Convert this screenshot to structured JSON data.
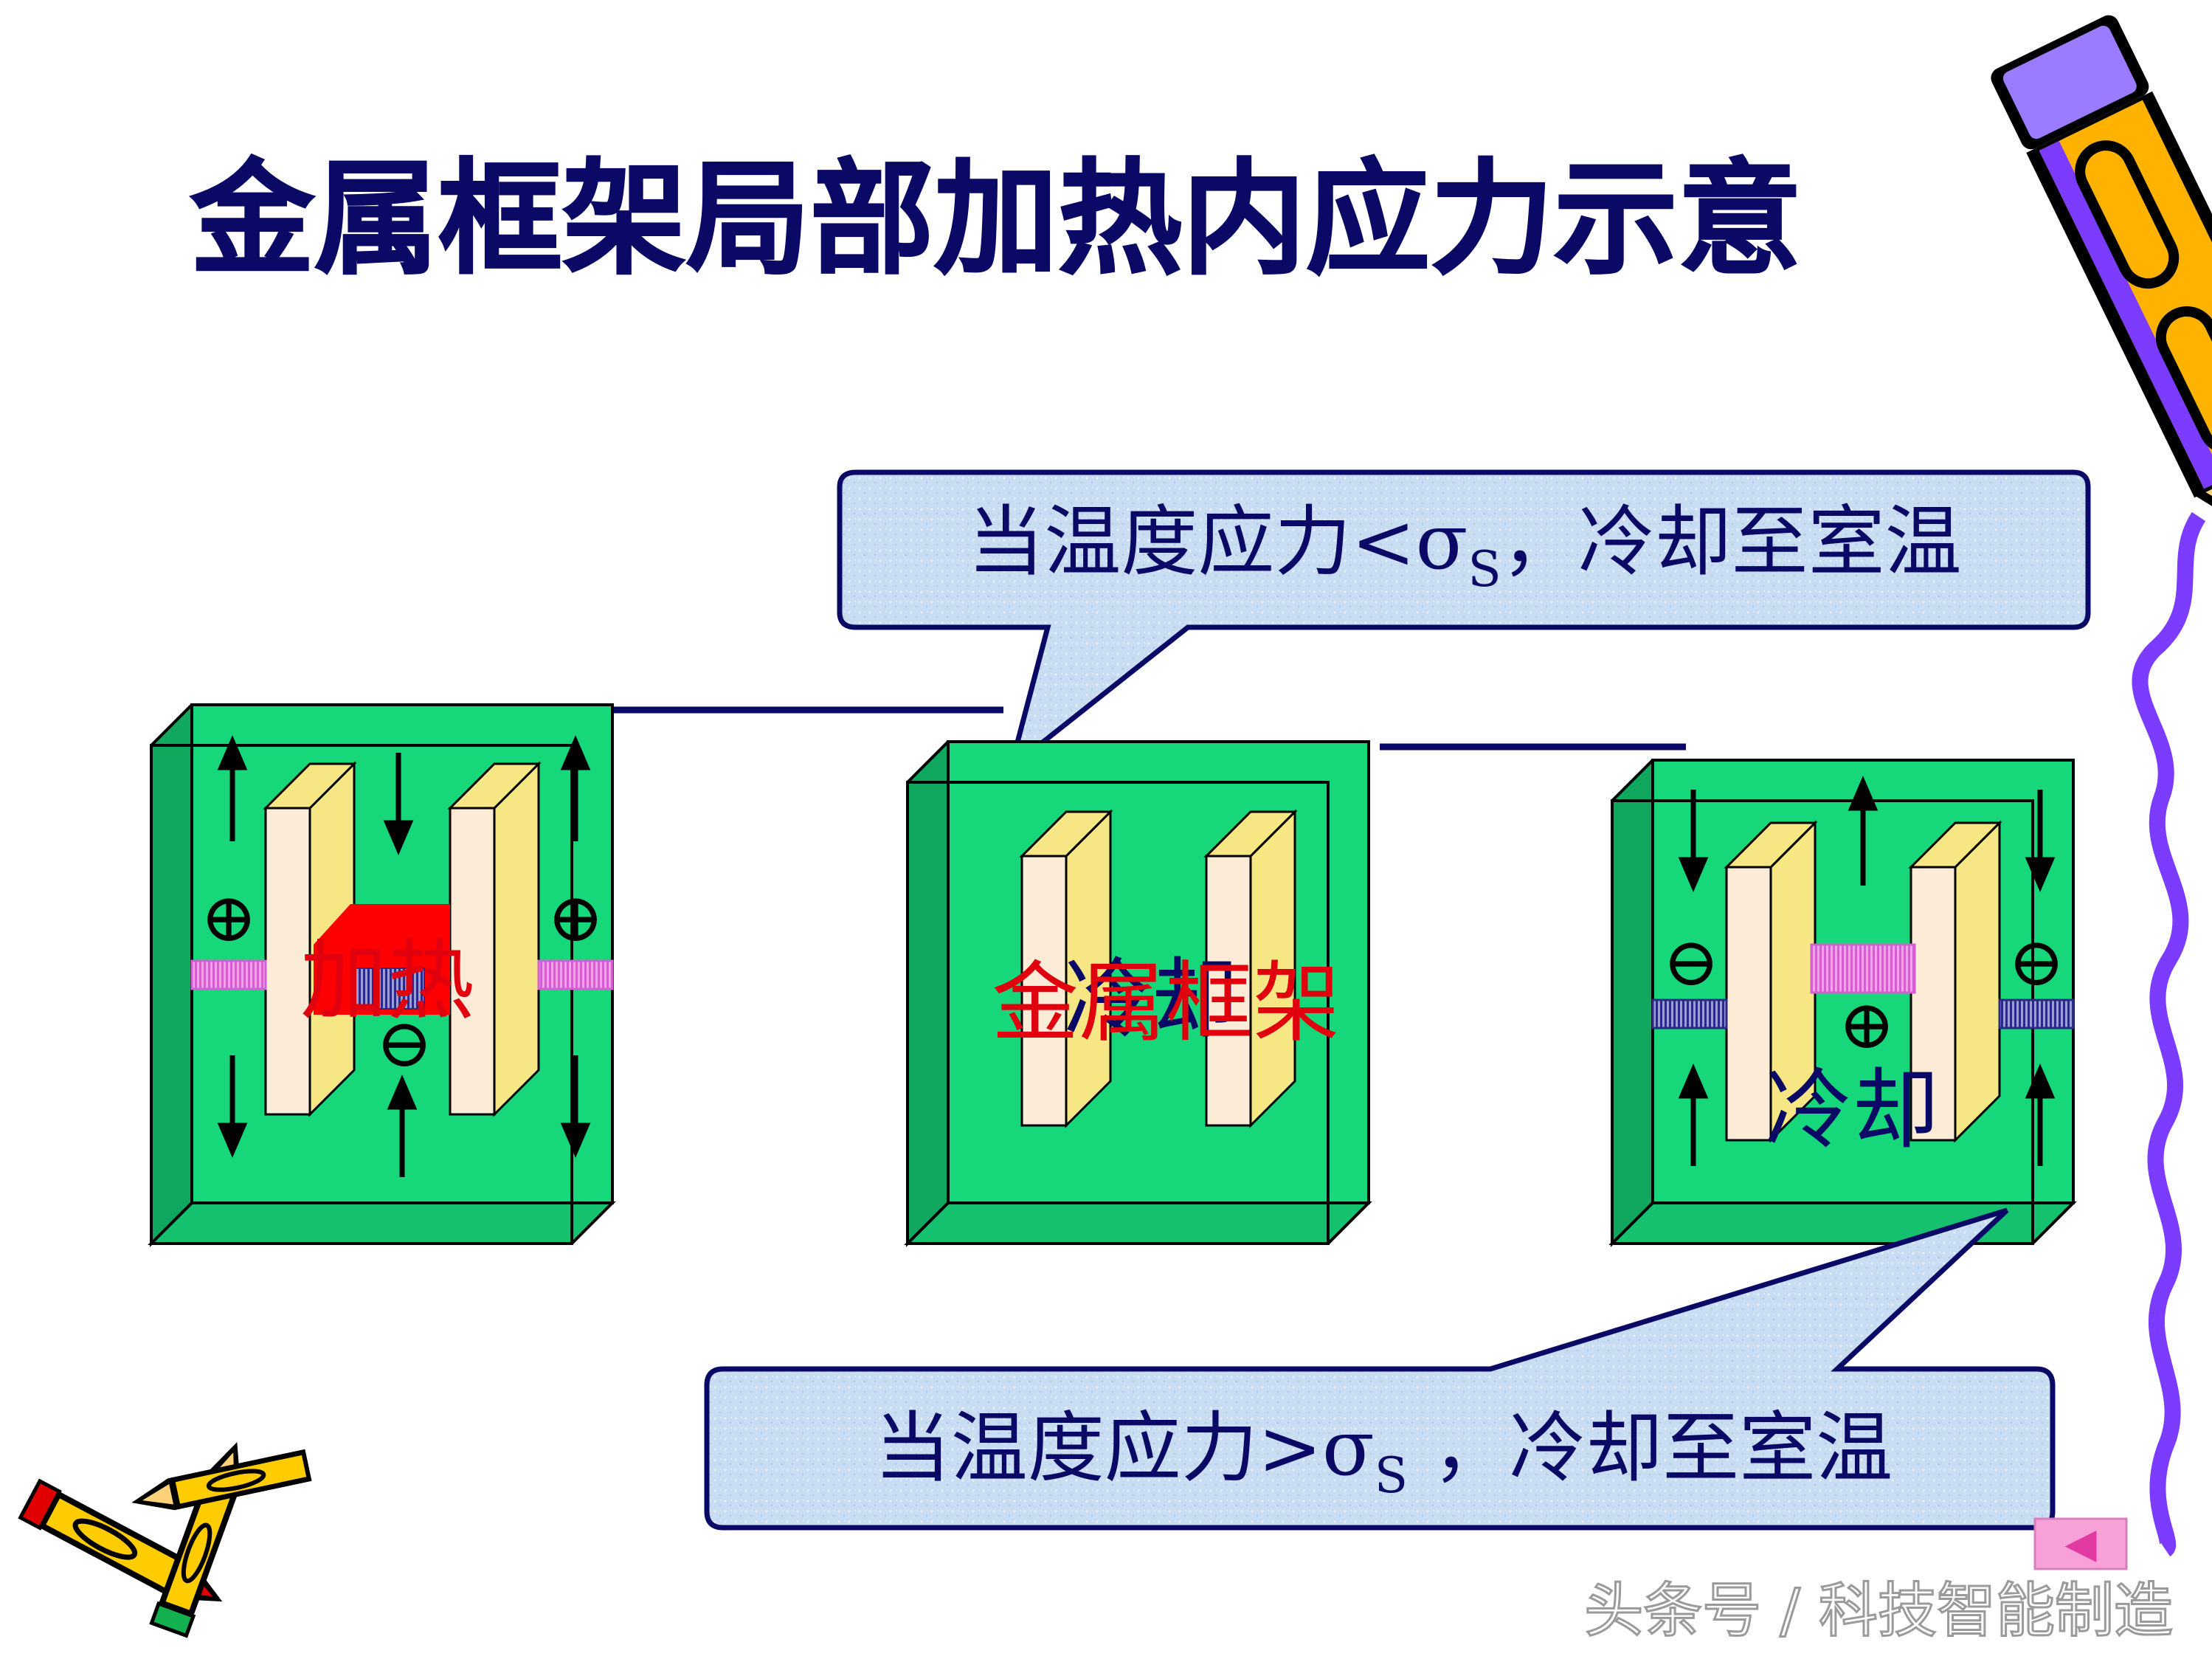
{
  "slide": {
    "title": "金属框架局部加热内应力示意"
  },
  "callouts": {
    "top": {
      "text": "当温度应力<σ",
      "subscript": "S",
      "suffix": "，冷却至室温"
    },
    "bottom": {
      "text": "当温度应力>σ",
      "subscript": "S",
      "suffix": " ，冷却至室温"
    }
  },
  "frames": {
    "left": {
      "label": "加热",
      "symbols": {
        "top_left": "⊕",
        "top_right": "⊕",
        "center": "⊖"
      }
    },
    "middle": {
      "label_red": "金属框架",
      "label_blue": "冷却"
    },
    "right": {
      "label": "冷却",
      "symbols": {
        "left": "⊖",
        "right": "⊖",
        "center": "⊕"
      }
    }
  },
  "nav": {
    "back_label": "◀"
  },
  "watermark": {
    "text": "头条号 / 科技智能制造"
  },
  "colors": {
    "title": "#0a0a66",
    "frame_green": "#17d77b",
    "frame_green_dark": "#0fa85e",
    "bar_face": "#fcebd6",
    "bar_side": "#f7e784",
    "heat_red": "#ff0000",
    "callout_fill": "#c8dcf2",
    "callout_stroke": "#0a0a66",
    "text_red": "#e0000e",
    "text_navy": "#0a0a66",
    "tension_pad": "#d966d9",
    "compression_pad": "#33339a",
    "wavy_line": "#7b3cff",
    "nav_pink": "#f7a1d8"
  }
}
